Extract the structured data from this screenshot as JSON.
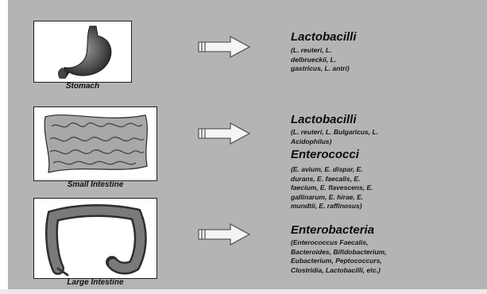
{
  "organs": [
    {
      "label": "Stomach"
    },
    {
      "label": "Small Intestine"
    },
    {
      "label": "Large Intestine"
    }
  ],
  "bacteria": [
    {
      "groups": [
        {
          "title": "Lactobacilli",
          "lines": [
            "(L. reuteri, L.",
            "delbrueckii, L.",
            "gastricus, L. antri)"
          ]
        }
      ]
    },
    {
      "groups": [
        {
          "title": "Lactobacilli",
          "lines": [
            "(L. reuteri, L. Bulgaricus, L.",
            "Acidophilus)"
          ]
        },
        {
          "title": "Enterococci",
          "lines": [
            "(E. avium, E. dispar, E.",
            "durans, E. faecalis, E.",
            "faecium, E. flavescens, E.",
            "gallinarum, E. hirae, E.",
            "mundtii, E. raffinosus)"
          ]
        }
      ]
    },
    {
      "groups": [
        {
          "title": "Enterobacteria",
          "lines": [
            "(Enterococcus Faecalis,",
            "Bacteroides, Bifidobacterium,",
            "Eubacterium, Peptococcurs,",
            "Clostridia, Lactobacilli, etc.)"
          ]
        }
      ]
    }
  ],
  "colors": {
    "panel": "#b4b4b4",
    "arrow_fill": "#f4f4f4",
    "arrow_stroke": "#5a5a5a"
  },
  "icons": [
    "stomach-illustration",
    "small-intestine-illustration",
    "large-intestine-illustration",
    "right-arrow-icon"
  ]
}
